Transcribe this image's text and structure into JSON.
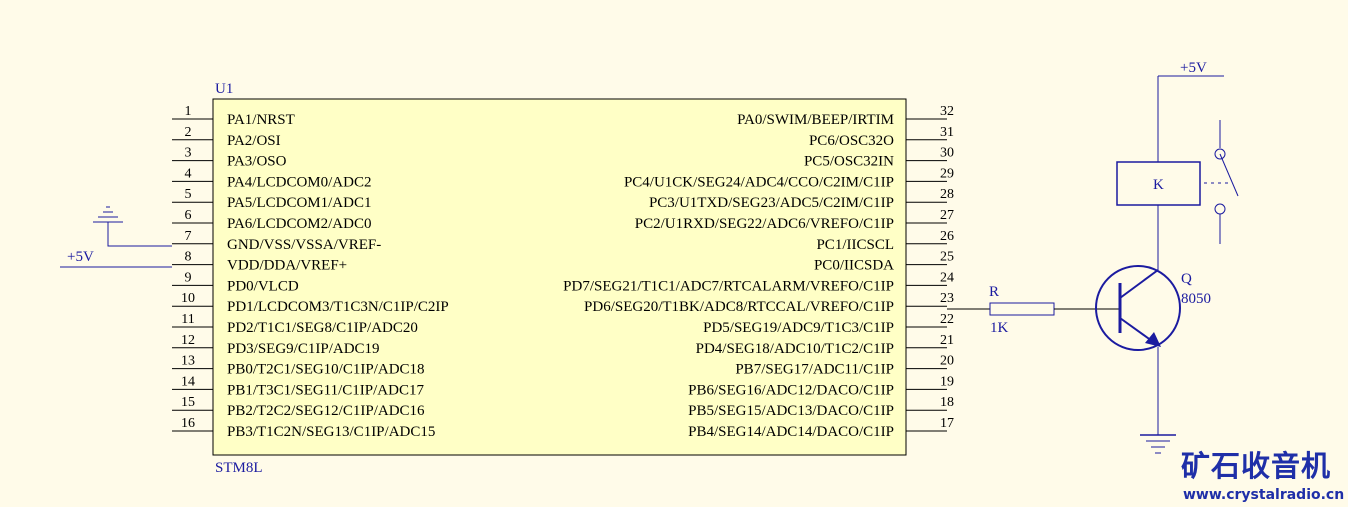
{
  "chip": {
    "designator": "U1",
    "part": "STM8L",
    "fill": "#ffffc6",
    "left_pins": [
      {
        "num": "1",
        "label": "PA1/NRST"
      },
      {
        "num": "2",
        "label": "PA2/OSI"
      },
      {
        "num": "3",
        "label": "PA3/OSO"
      },
      {
        "num": "4",
        "label": "PA4/LCDCOM0/ADC2"
      },
      {
        "num": "5",
        "label": "PA5/LCDCOM1/ADC1"
      },
      {
        "num": "6",
        "label": "PA6/LCDCOM2/ADC0"
      },
      {
        "num": "7",
        "label": "GND/VSS/VSSA/VREF-"
      },
      {
        "num": "8",
        "label": "VDD/DDA/VREF+"
      },
      {
        "num": "9",
        "label": "PD0/VLCD"
      },
      {
        "num": "10",
        "label": "PD1/LCDCOM3/T1C3N/C1IP/C2IP"
      },
      {
        "num": "11",
        "label": "PD2/T1C1/SEG8/C1IP/ADC20"
      },
      {
        "num": "12",
        "label": "PD3/SEG9/C1IP/ADC19"
      },
      {
        "num": "13",
        "label": "PB0/T2C1/SEG10/C1IP/ADC18"
      },
      {
        "num": "14",
        "label": "PB1/T3C1/SEG11/C1IP/ADC17"
      },
      {
        "num": "15",
        "label": "PB2/T2C2/SEG12/C1IP/ADC16"
      },
      {
        "num": "16",
        "label": "PB3/T1C2N/SEG13/C1IP/ADC15"
      }
    ],
    "right_pins": [
      {
        "num": "32",
        "label": "PA0/SWIM/BEEP/IRTIM"
      },
      {
        "num": "31",
        "label": "PC6/OSC32O"
      },
      {
        "num": "30",
        "label": "PC5/OSC32IN"
      },
      {
        "num": "29",
        "label": "PC4/U1CK/SEG24/ADC4/CCO/C2IM/C1IP"
      },
      {
        "num": "28",
        "label": "PC3/U1TXD/SEG23/ADC5/C2IM/C1IP"
      },
      {
        "num": "27",
        "label": "PC2/U1RXD/SEG22/ADC6/VREFO/C1IP"
      },
      {
        "num": "26",
        "label": "PC1/IICSCL"
      },
      {
        "num": "25",
        "label": "PC0/IICSDA"
      },
      {
        "num": "24",
        "label": "PD7/SEG21/T1C1/ADC7/RTCALARM/VREFO/C1IP"
      },
      {
        "num": "23",
        "label": "PD6/SEG20/T1BK/ADC8/RTCCAL/VREFO/C1IP"
      },
      {
        "num": "22",
        "label": "PD5/SEG19/ADC9/T1C3/C1IP"
      },
      {
        "num": "21",
        "label": "PD4/SEG18/ADC10/T1C2/C1IP"
      },
      {
        "num": "20",
        "label": "PB7/SEG17/ADC11/C1IP"
      },
      {
        "num": "19",
        "label": "PB6/SEG16/ADC12/DACO/C1IP"
      },
      {
        "num": "18",
        "label": "PB5/SEG15/ADC13/DACO/C1IP"
      },
      {
        "num": "17",
        "label": "PB4/SEG14/ADC14/DACO/C1IP"
      }
    ]
  },
  "power_left": "+5V",
  "power_right": "+5V",
  "resistor": {
    "designator": "R",
    "value": "1K"
  },
  "relay": {
    "designator": "K"
  },
  "transistor": {
    "designator": "Q",
    "value": "8050"
  },
  "watermark": {
    "title": "矿石收音机",
    "url": "www.crystalradio.cn"
  },
  "colors": {
    "wire": "#1b1ba0",
    "ink": "#000000",
    "background": "#fffbe9",
    "watermark": "#1f2fa8"
  }
}
